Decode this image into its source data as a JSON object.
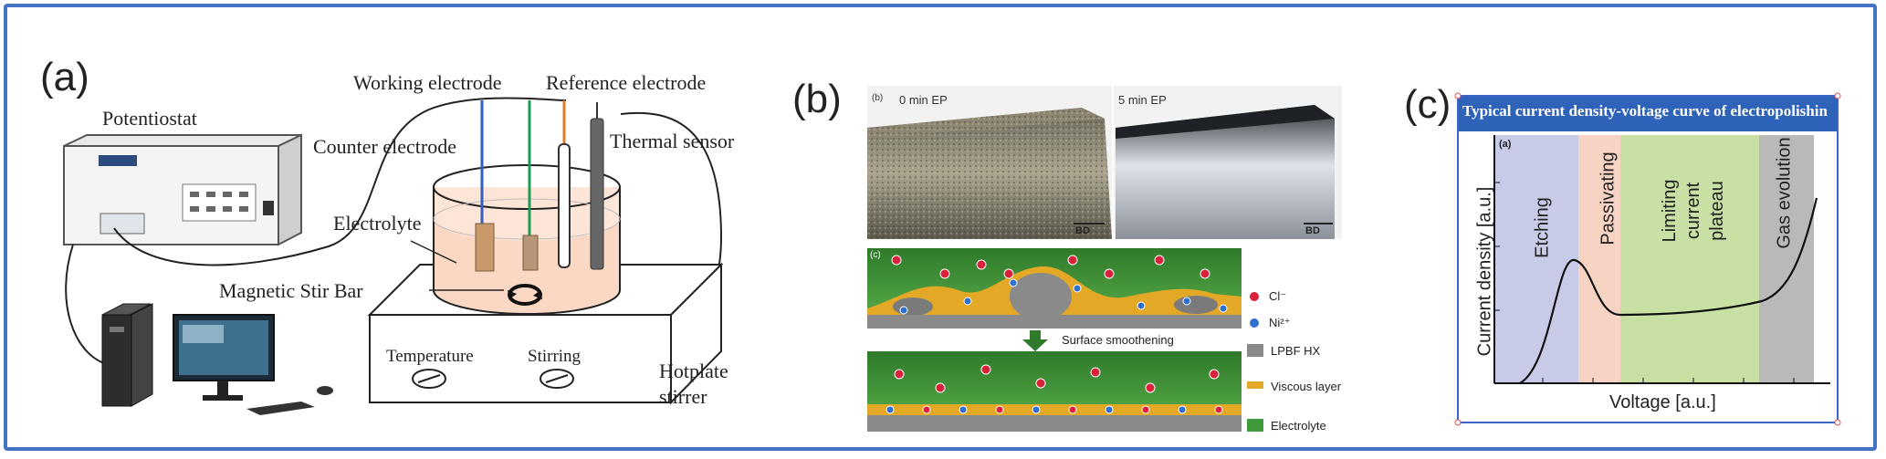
{
  "panel_a": {
    "label": "(a)",
    "potentiostat": "Potentiostat",
    "working_electrode": "Working electrode",
    "reference_electrode": "Reference electrode",
    "counter_electrode": "Counter electrode",
    "thermal_sensor": "Thermal sensor",
    "electrolyte": "Electrolyte",
    "magnetic_stir_bar": "Magnetic Stir Bar",
    "temperature": "Temperature",
    "stirring": "Stirring",
    "hotplate_line1": "Hotplate",
    "hotplate_line2": "stirrer"
  },
  "panel_b": {
    "label": "(b)",
    "sublabel_b": "(b)",
    "sublabel_c": "(c)",
    "photo_left": "0 min EP",
    "photo_right": "5 min EP",
    "bd_left": "BD",
    "bd_right": "BD",
    "surface_smoothening": "Surface smoothening",
    "legend": [
      {
        "label": "Cl⁻",
        "color": "#d9213b"
      },
      {
        "label": "Ni²⁺",
        "color": "#2f6fd0"
      },
      {
        "label": "LPBF HX",
        "color": "#8a8a8a"
      },
      {
        "label": "Viscous layer",
        "color": "#e3a826"
      },
      {
        "label": "Electrolyte",
        "color": "#3f9a3a"
      }
    ]
  },
  "panel_c": {
    "label": "(c)",
    "title": "Typical current density-voltage curve of electropolishin",
    "sublabel": "(a)",
    "xlabel": "Voltage [a.u.]",
    "ylabel": "Current density [a.u.]",
    "regions": [
      {
        "name": "Etching",
        "color": "#c8cbe8"
      },
      {
        "name": "Passivating",
        "color": "#f6d3c3"
      },
      {
        "name": "Limiting current plateau",
        "color": "#c8e0a4"
      },
      {
        "name": "Gas evolution",
        "color": "#b9b9b9"
      }
    ]
  }
}
